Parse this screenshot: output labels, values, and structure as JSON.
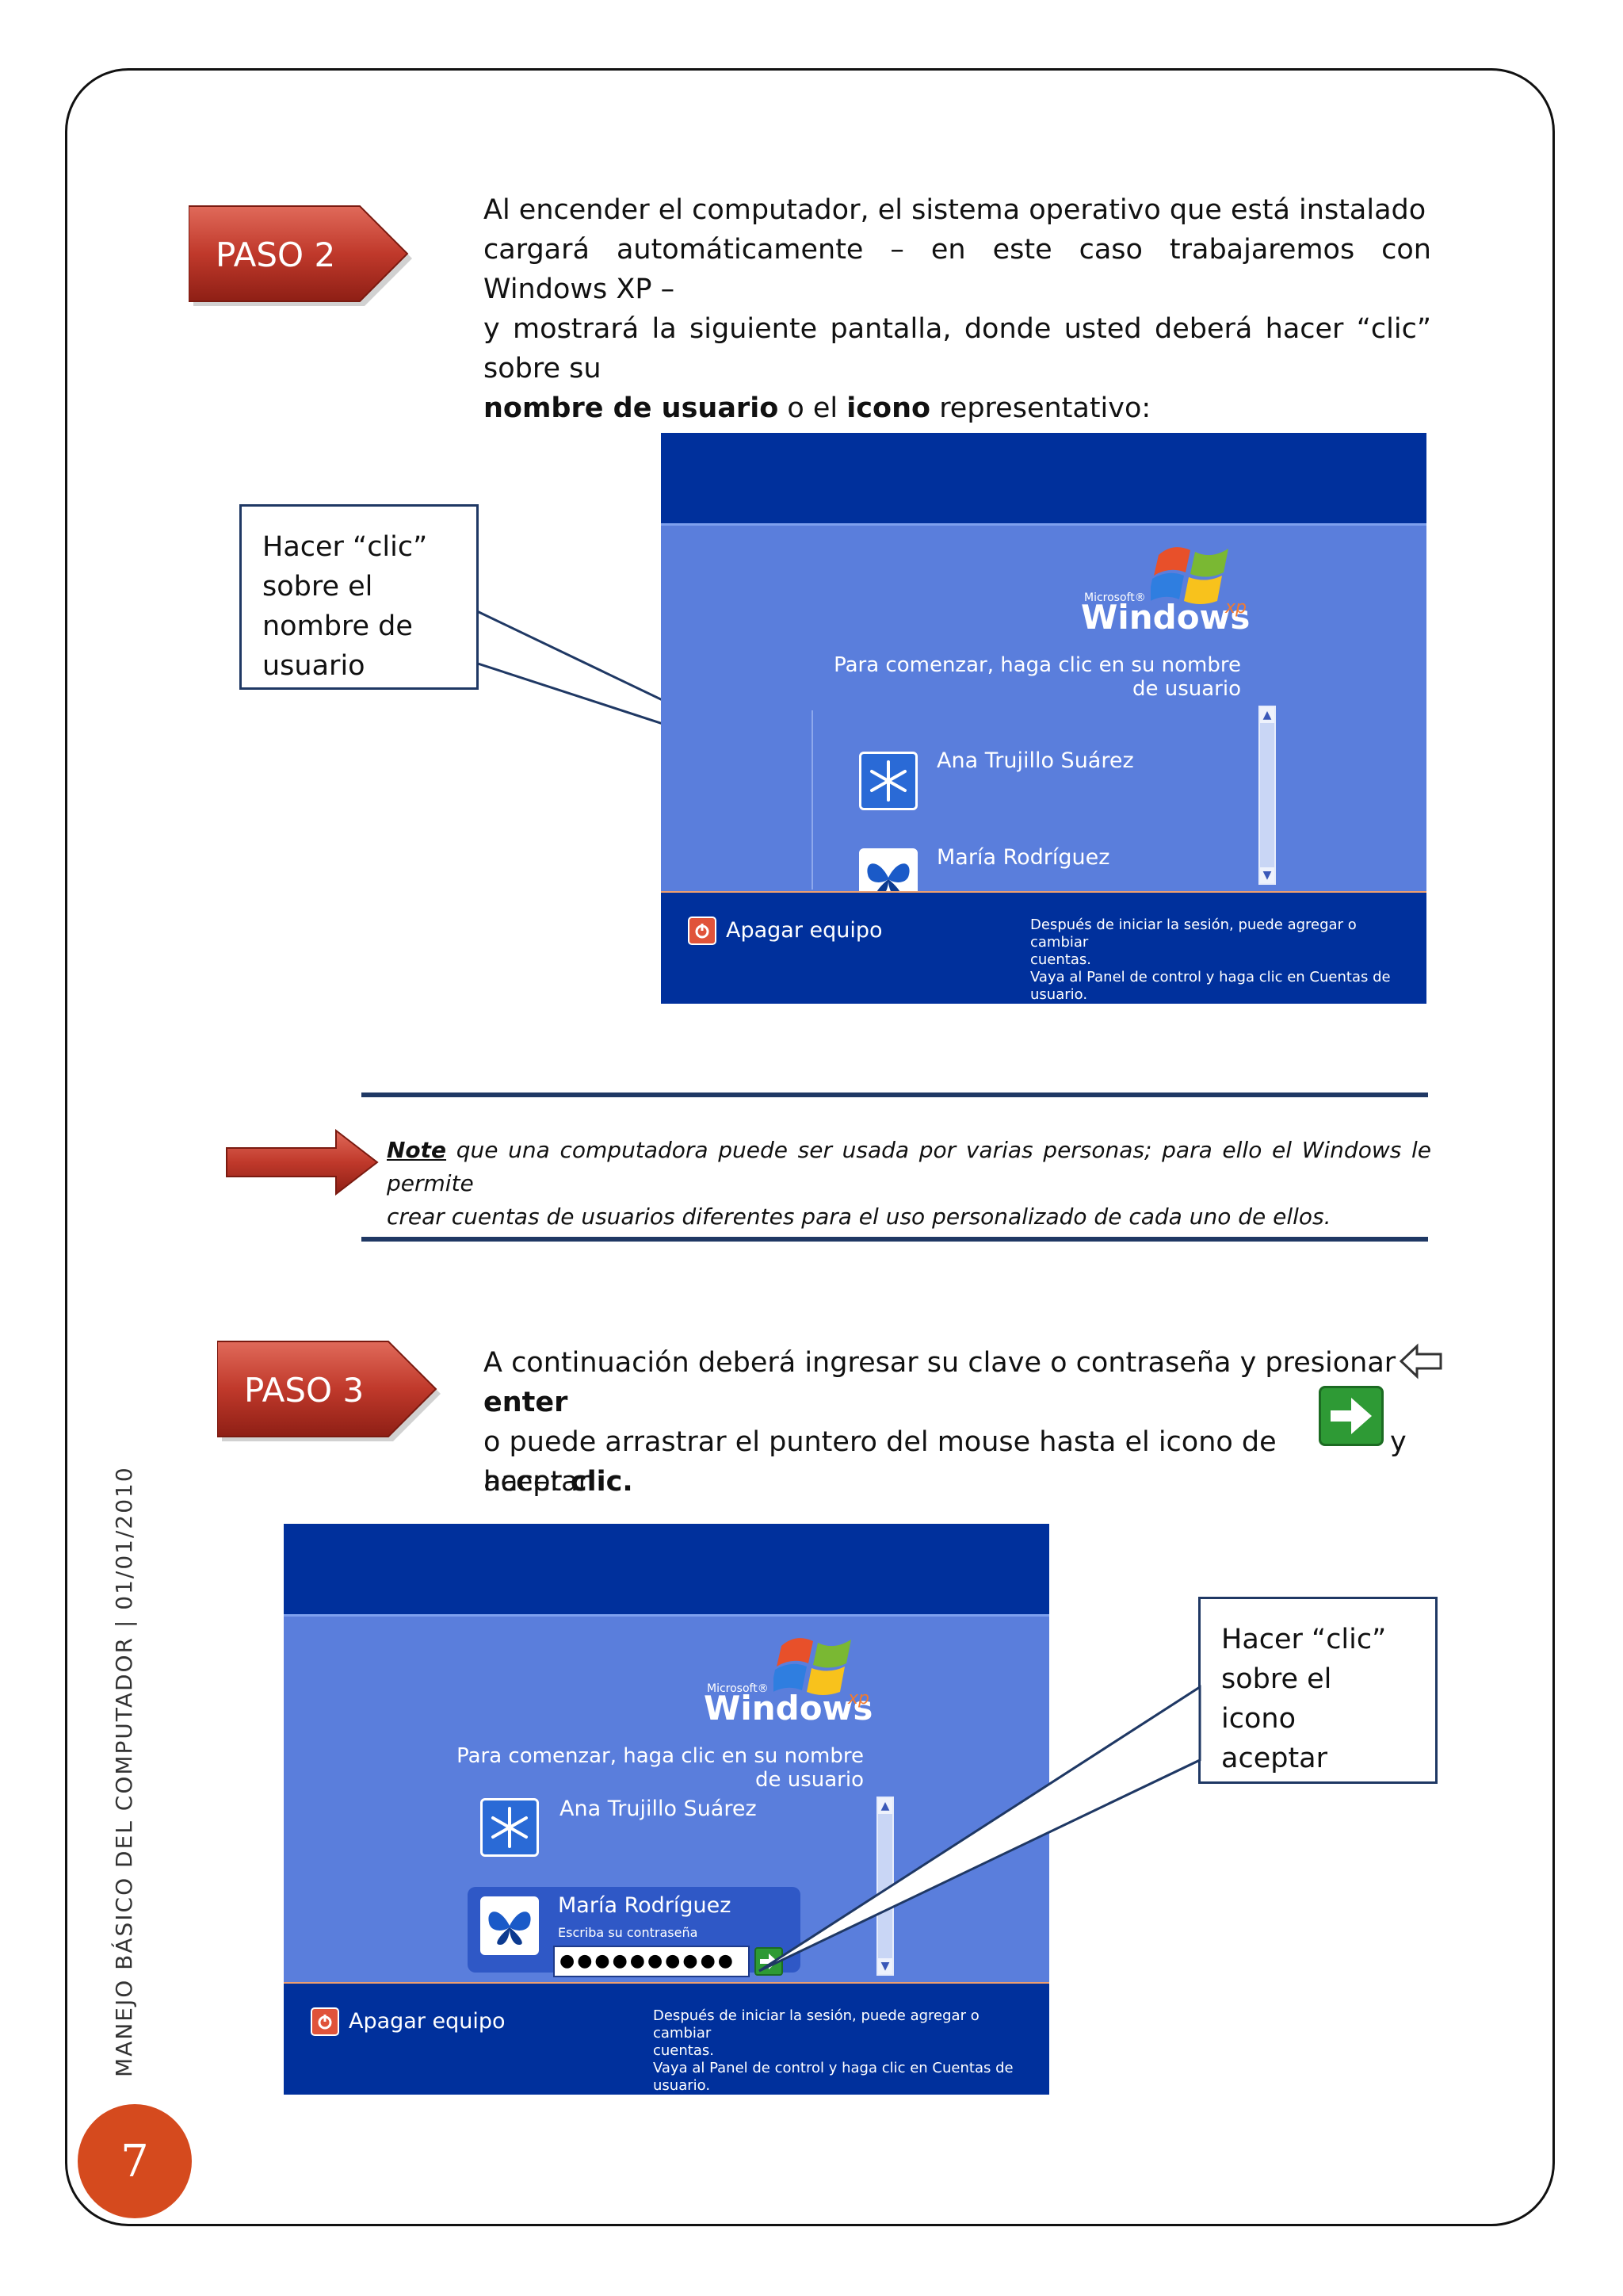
{
  "step2": {
    "label": "PASO 2",
    "intro_line1": "Al  encender el computador, el sistema operativo que está instalado",
    "intro_line2": "cargará automáticamente – en este caso trabajaremos con Windows XP –",
    "intro_line3": "y mostrará la siguiente pantalla, donde usted deberá hacer “clic” sobre su",
    "bold_user": "nombre de usuario",
    "mid": " o el ",
    "bold_icon": "icono",
    "tail": " representativo:",
    "callout": [
      "Hacer “clic”",
      "sobre el",
      "nombre de",
      "usuario"
    ]
  },
  "screen1": {
    "microsoft": "Microsoft®",
    "windows": "Windows",
    "xp": "xp",
    "prompt_line1": "Para comenzar, haga clic en su nombre",
    "prompt_line2": "de usuario",
    "user1": "Ana Trujillo Suárez",
    "user2": "María Rodríguez",
    "shutdown": "Apagar equipo",
    "info_lines": [
      "Después de iniciar la sesión, puede agregar o cambiar",
      "cuentas.",
      "Vaya al Panel de control y haga clic en Cuentas de",
      "usuario."
    ]
  },
  "note": {
    "lead": "Note",
    "line1": " que una computadora puede ser usada por varias personas; para ello el Windows le permite",
    "line2": "crear cuentas de usuarios diferentes para el uso personalizado de cada uno de ellos."
  },
  "step3": {
    "label": "PASO 3",
    "line1": "A continuación deberá ingresar su clave o contraseña y presionar ",
    "enter": "enter",
    "line2": "o puede arrastrar el puntero del mouse hasta el icono de aceptar",
    "y": "y",
    "line3a": "hacer ",
    "clic": "clic.",
    "callout": [
      "Hacer “clic”",
      "sobre el icono",
      "aceptar"
    ]
  },
  "screen2": {
    "microsoft": "Microsoft®",
    "windows": "Windows",
    "xp": "xp",
    "prompt_line1": "Para comenzar, haga clic en su nombre",
    "prompt_line2": "de usuario",
    "user1": "Ana Trujillo Suárez",
    "user2": "María Rodríguez",
    "pwd_hint": "Escriba su contraseña",
    "pwd_value": "●●●●●●●●●●",
    "shutdown": "Apagar equipo",
    "info_lines": [
      "Después de iniciar la sesión, puede agregar o cambiar",
      "cuentas.",
      "Vaya al Panel de control y haga clic en Cuentas de",
      "usuario."
    ]
  },
  "footer": {
    "sidebar": "MANEJO BÁSICO DEL COMPUTADOR | 01/01/2010",
    "page_number": "7"
  },
  "colors": {
    "arrow_red": "#c0392b",
    "xp_blue": "#5a7edc",
    "xp_dark": "#00309c",
    "accent_navy": "#1f3864",
    "page_badge": "#d54a1e"
  }
}
